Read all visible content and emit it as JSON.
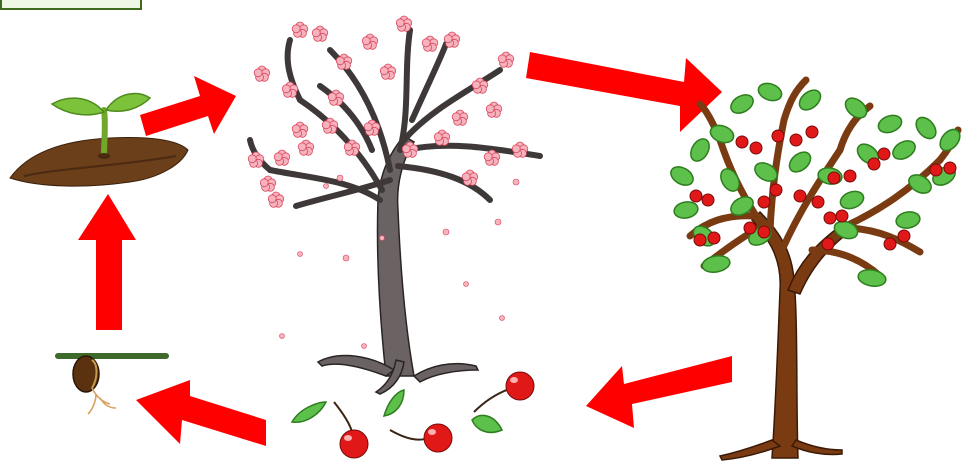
{
  "diagram": {
    "type": "cherry tree life cycle",
    "stages": [
      {
        "id": "seedling",
        "icon": "seedling-icon"
      },
      {
        "id": "blossoming-tree",
        "icon": "blossom-tree-icon"
      },
      {
        "id": "fruiting-tree",
        "icon": "fruit-tree-icon"
      },
      {
        "id": "cherries",
        "icon": "cherry-icon"
      },
      {
        "id": "seed",
        "icon": "seed-icon"
      }
    ],
    "cycle_order": [
      "seedling",
      "blossoming-tree",
      "fruiting-tree",
      "cherries",
      "seed",
      "seedling"
    ]
  },
  "colors": {
    "arrow": "#ff0000",
    "blossom": "#f6b3bd",
    "blossom_center": "#d9445b",
    "trunk_grey": "#6b6363",
    "trunk_brown": "#7a3b12",
    "leaf": "#5cc04a",
    "leaf_dark": "#2e7d1e",
    "cherry": "#e01818",
    "soil": "#6b3f1a",
    "frame": "#3d6b1e"
  }
}
